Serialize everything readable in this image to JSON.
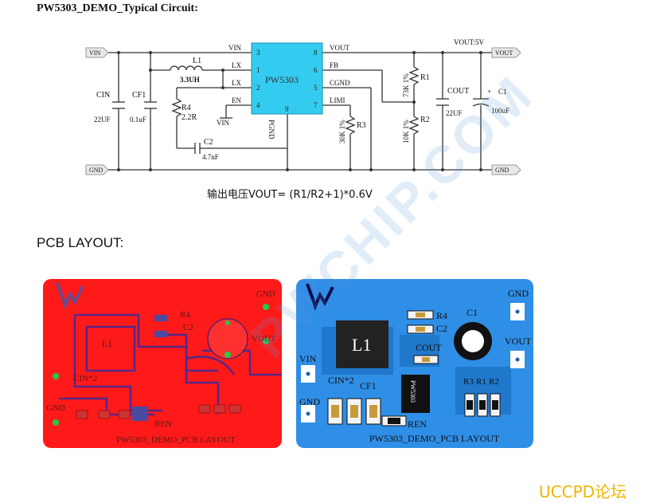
{
  "title": "PW5303_DEMO_Typical Circuit:",
  "schematic": {
    "ic": {
      "name": "PW5303",
      "pins": {
        "vin": "VIN",
        "vout": "VOUT",
        "lx1": "LX",
        "lx2": "LX",
        "fb": "FB",
        "en": "EN",
        "cgnd": "CGND",
        "limi": "LIMI",
        "pgnd": "PGND"
      },
      "pin_numbers": {
        "vin": "3",
        "vout": "8",
        "lx1": "1",
        "fb": "6",
        "lx2": "2",
        "cgnd": "5",
        "en": "4",
        "limi": "7",
        "pgnd": "9"
      }
    },
    "ports": {
      "vin": "VIN",
      "gnd_left": "GND",
      "vout": "VOUT",
      "gnd_right": "GND",
      "vout_note": "VOUT:5V",
      "en_vin": "VIN"
    },
    "components": {
      "l1": {
        "ref": "L1",
        "value": "3.3UH"
      },
      "cin": {
        "ref": "CIN",
        "value": "22UF"
      },
      "cf1": {
        "ref": "CF1",
        "value": "0.1uF"
      },
      "r4": {
        "ref": "R4",
        "value": "2.2R"
      },
      "c2": {
        "ref": "C2",
        "value": "4.7nF"
      },
      "r3": {
        "ref": "R3",
        "value": "30K 1%"
      },
      "r1": {
        "ref": "R1",
        "value": "73K 1%"
      },
      "r2": {
        "ref": "R2",
        "value": "10K 1%"
      },
      "cout": {
        "ref": "COUT",
        "value": "22UF"
      },
      "c1": {
        "ref": "C1",
        "value": "100uF",
        "polarity": "+"
      }
    }
  },
  "formula": "输出电压VOUT= (R1/R2+1)*0.6V",
  "pcb_heading": "PCB LAYOUT:",
  "pcb_red": {
    "color": "#ff1a1a",
    "labels": {
      "gnd_top": "GND",
      "vout": "VOUT",
      "gnd_left": "GND",
      "cin": "CIN*2",
      "l1": "L1",
      "r4": "R4",
      "c2": "C2",
      "ren": "REN",
      "title": "PW5303_DEMO_PCB LAYOUT"
    }
  },
  "pcb_blue": {
    "color": "#2f8ee6",
    "labels": {
      "gnd_top": "GND",
      "vout": "VOUT",
      "vin": "VIN",
      "gnd_left": "GND",
      "cin": "CIN*2",
      "cf1": "CF1",
      "l1": "L1",
      "r4": "R4",
      "c2": "C2",
      "cout": "COUT",
      "c1": "C1",
      "r3": "R3",
      "r1": "R1",
      "r2": "R2",
      "ic": "PW5303",
      "ren": "REN",
      "title": "PW5303_DEMO_PCB LAYOUT"
    }
  },
  "watermark": "PWCHIP.COM",
  "forum_tag": "UCCPD论坛"
}
